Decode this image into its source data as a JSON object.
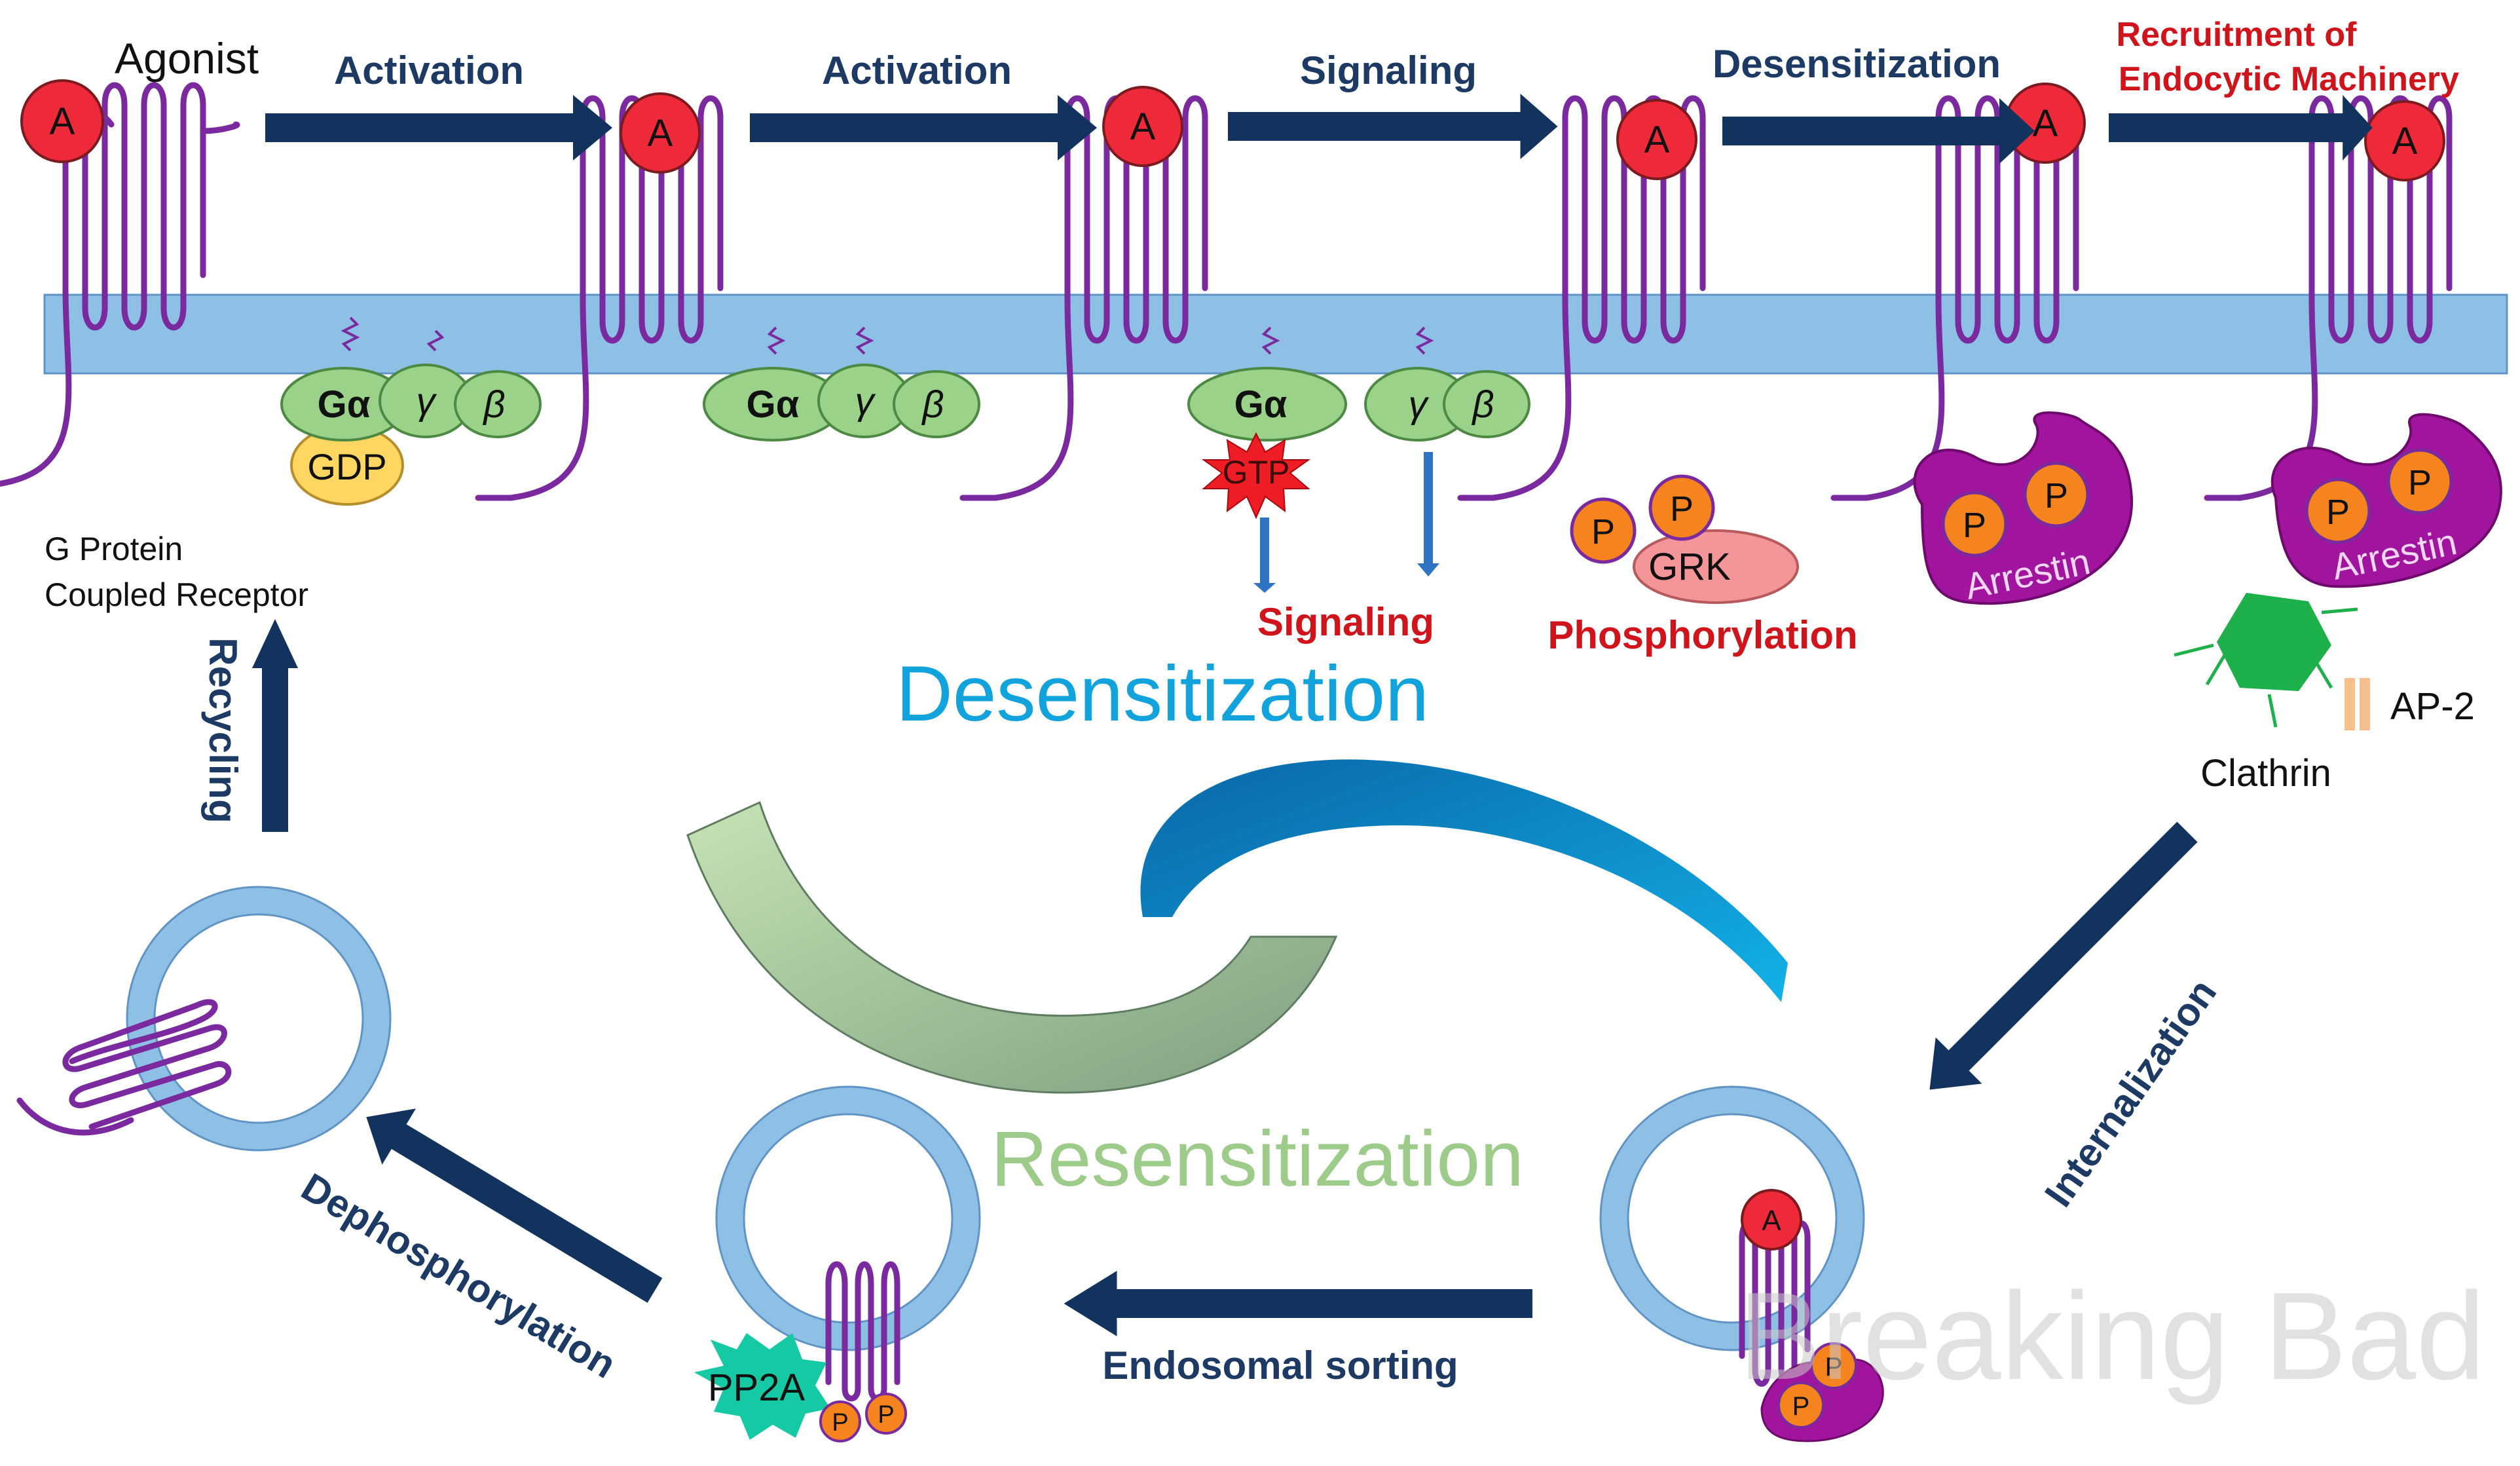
{
  "labels": {
    "agonist": "Agonist",
    "gpcr_line1": "G Protein",
    "gpcr_line2": "Coupled Receptor",
    "agonist_letter": "A",
    "phospho_letter": "P",
    "g_alpha": "Gα",
    "gamma": "γ",
    "beta": "β",
    "gdp": "GDP",
    "gtp": "GTP",
    "grk": "GRK",
    "arrestin": "Arrestin",
    "ap2": "AP-2",
    "clathrin": "Clathrin",
    "pp2a": "PP2A",
    "watermark": "Breaking Bad"
  },
  "steps": {
    "activation_1": "Activation",
    "activation_2": "Activation",
    "signaling": "Signaling",
    "desensitization": "Desensitization",
    "recruitment_line1": "Recruitment of",
    "recruitment_line2": "Endocytic Machinery",
    "signaling_output": "Signaling",
    "phosphorylation": "Phosphorylation",
    "internalization": "Internalization",
    "endosomal_sorting": "Endosomal sorting",
    "dephosphorylation": "Dephosphorylation",
    "recycling": "Recycling"
  },
  "cycle": {
    "desensitization": "Desensitization",
    "resensitization": "Resensitization"
  },
  "colors": {
    "membrane": "#8ec0e6",
    "receptor": "#7a2a9e",
    "agonist": "#ee2a3a",
    "g_protein": "#9bd28a",
    "gdp": "#fdd762",
    "gtp": "#ee1c24",
    "phosphate": "#f5841f",
    "grk": "#f49599",
    "arrestin": "#a0149e",
    "clathrin": "#1eb04b",
    "ap2": "#f6c08c",
    "pp2a": "#15c9a4",
    "arrow": "#13335f",
    "step_text": "#1c3a63",
    "red_text": "#d0141b",
    "desens_text": "#12a3dd",
    "resens_text": "#9dcc8a"
  }
}
